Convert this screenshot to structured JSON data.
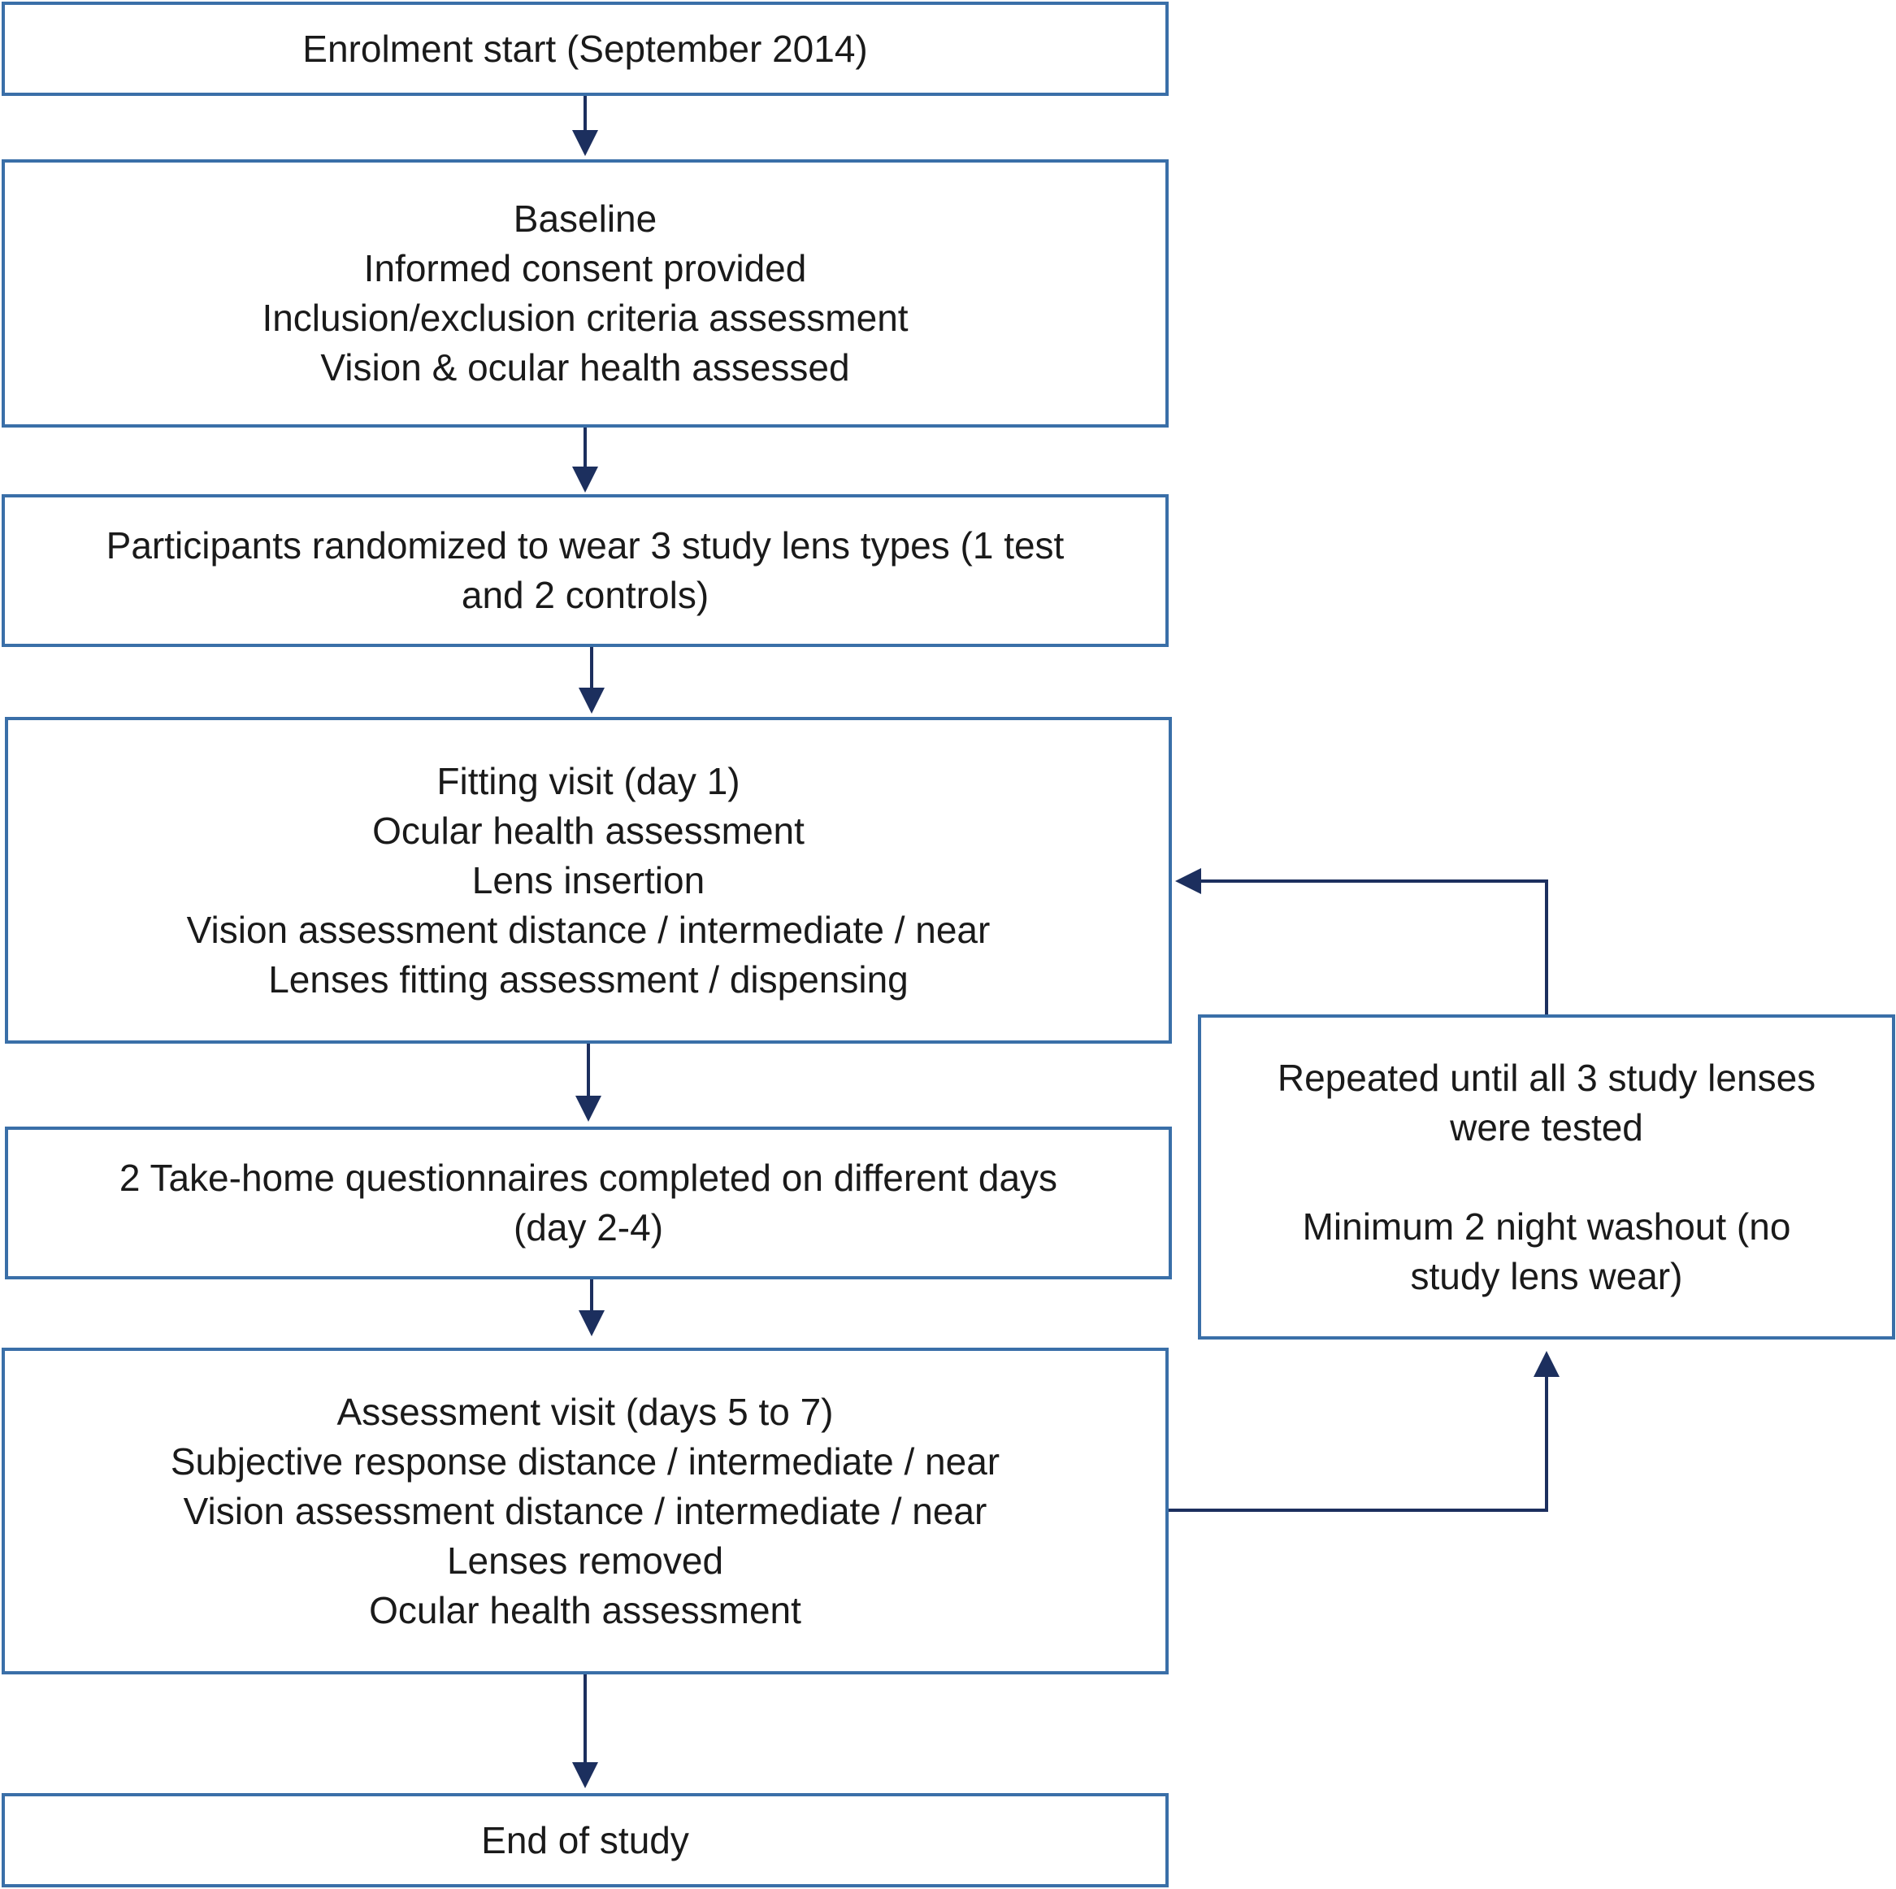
{
  "flowchart": {
    "enrolment": {
      "lines": [
        "Enrolment start (September 2014)"
      ]
    },
    "baseline": {
      "lines": [
        "Baseline",
        "Informed consent provided",
        "Inclusion/exclusion criteria assessment",
        "Vision & ocular health assessed"
      ]
    },
    "randomized": {
      "lines": [
        "Participants randomized to wear 3 study lens types (1 test",
        "and 2 controls)"
      ]
    },
    "fitting": {
      "lines": [
        "Fitting visit (day 1)",
        "Ocular health assessment",
        "Lens insertion",
        "Vision assessment distance / intermediate / near",
        "Lenses fitting assessment / dispensing"
      ]
    },
    "questionnaires": {
      "lines": [
        "2 Take-home questionnaires completed on different days",
        "(day 2-4)"
      ]
    },
    "assessment": {
      "lines": [
        "Assessment visit (days 5 to 7)",
        "Subjective response distance / intermediate / near",
        "Vision assessment distance / intermediate / near",
        "Lenses removed",
        "Ocular health assessment"
      ]
    },
    "repeat": {
      "lines": [
        "Repeated until all 3 study lenses",
        "were tested",
        "Minimum 2 night washout (no",
        "study lens wear)"
      ]
    },
    "end": {
      "lines": [
        "End of study"
      ]
    }
  },
  "colors": {
    "box_border": "#3a6fa8",
    "arrow": "#1c2f5e",
    "text": "#1a1a1a"
  }
}
